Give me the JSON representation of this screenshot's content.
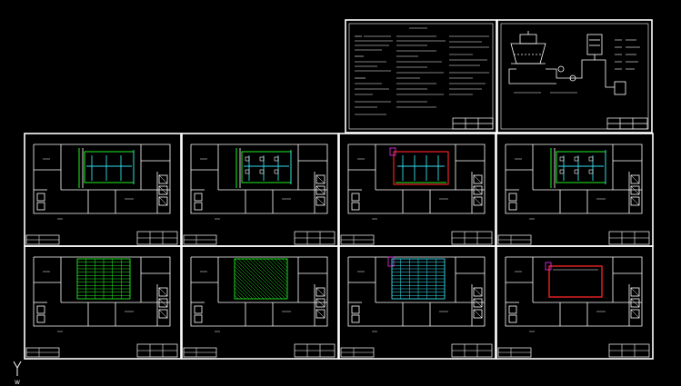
{
  "app": {
    "background_color": "#000000",
    "sheet_line_color": "#ffffff"
  },
  "colors": {
    "white": "#ffffff",
    "green": "#22ee22",
    "cyan": "#33ddee",
    "red": "#ee2222",
    "yellow": "#eeee33",
    "magenta": "#ee33ee"
  },
  "ucs_icon": {
    "name": "ucs-axis-icon",
    "label": "W"
  },
  "sheets": [
    {
      "name": "sheet-design-notes",
      "type": "notes"
    },
    {
      "name": "sheet-system-diagram",
      "type": "diagram"
    },
    {
      "name": "sheet-plan-1",
      "type": "plan",
      "variant": "green-cyan-pipes"
    },
    {
      "name": "sheet-plan-2",
      "type": "plan",
      "variant": "grid-cyan-pipes"
    },
    {
      "name": "sheet-plan-3",
      "type": "plan",
      "variant": "red-cyan-grid"
    },
    {
      "name": "sheet-plan-4",
      "type": "plan",
      "variant": "green-cyan-grid"
    },
    {
      "name": "sheet-plan-5",
      "type": "plan",
      "variant": "green-hatch-grid"
    },
    {
      "name": "sheet-plan-6",
      "type": "plan",
      "variant": "green-diagonal-hatch"
    },
    {
      "name": "sheet-plan-7",
      "type": "plan",
      "variant": "cyan-hatch-grid"
    },
    {
      "name": "sheet-plan-8",
      "type": "plan",
      "variant": "red-outline"
    }
  ]
}
